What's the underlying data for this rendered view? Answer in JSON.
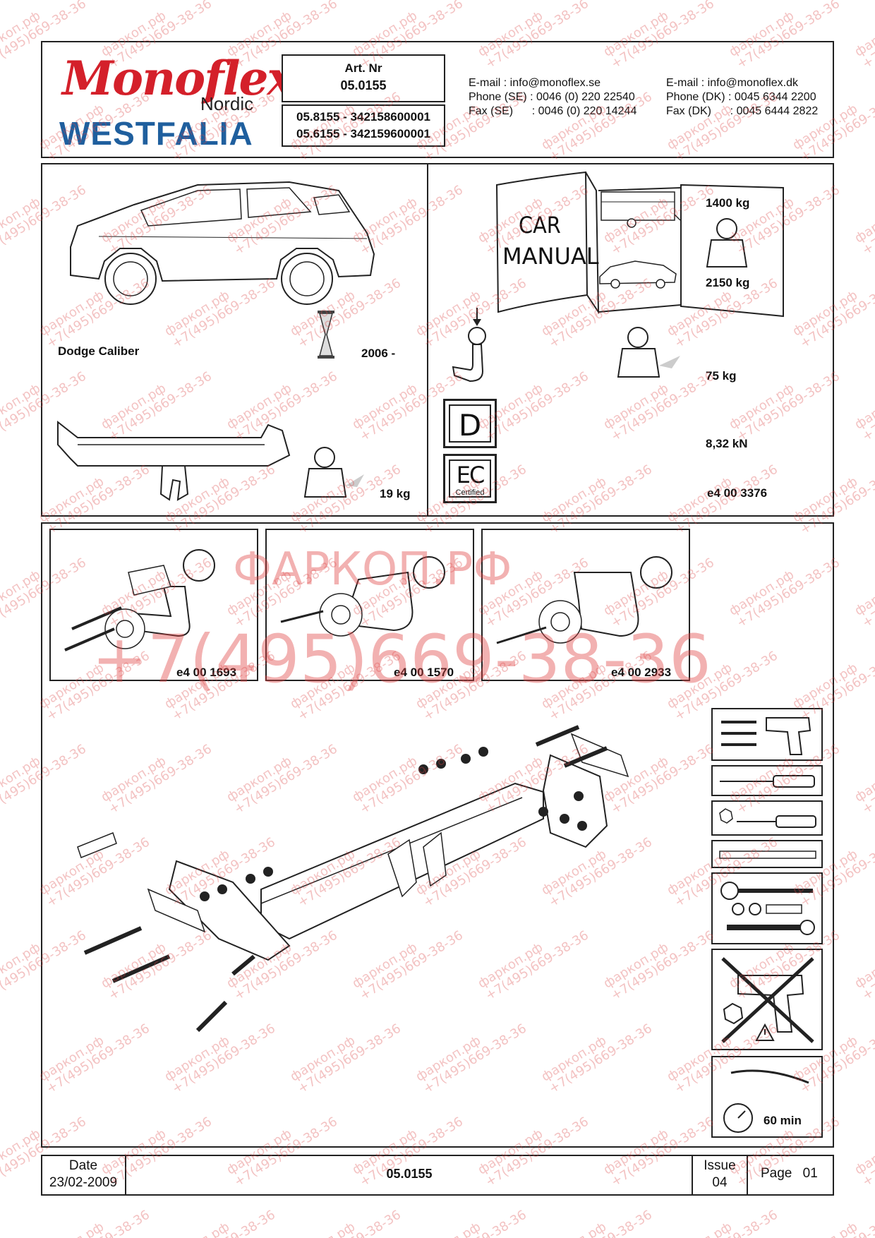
{
  "header": {
    "brand_top": "Monoflex",
    "brand_sub": "Nordic",
    "brand_bottom": "WESTFALIA",
    "art_label": "Art. Nr",
    "art_number": "05.0155",
    "variants": [
      "05.8155 - 342158600001",
      "05.6155 - 342159600001"
    ],
    "contact_se": {
      "email": "E-mail : info@monoflex.se",
      "phone": "Phone (SE) : 0046 (0) 220 22540",
      "fax": "Fax (SE)      : 0046 (0) 220 14244"
    },
    "contact_dk": {
      "email": "E-mail : info@monoflex.dk",
      "phone": "Phone (DK) : 0045 6344 2200",
      "fax": "Fax (DK)      : 0045 6444 2822"
    }
  },
  "vehicle": {
    "model": "Dodge Caliber",
    "year": "2006 -",
    "weight": "19 kg"
  },
  "specs": {
    "manual_line1": "CAR",
    "manual_line2": "MANUAL",
    "trailer_load": "1400 kg",
    "vehicle_load": "2150 kg",
    "vertical_load": "75 kg",
    "d_symbol": "D",
    "d_value": "8,32 kN",
    "ec_symbol": "EC",
    "ec_certified": "Certified",
    "approval": "e4 00 3376"
  },
  "variants_panel": [
    {
      "code": "e4 00 1693"
    },
    {
      "code": "e4 00 1570"
    },
    {
      "code": "e4 00 2933"
    }
  ],
  "tools": {
    "time": "60 min"
  },
  "footer": {
    "date_label": "Date",
    "date": "23/02-2009",
    "doc": "05.0155",
    "issue_label": "Issue",
    "issue": "04",
    "page_label": "Page",
    "page": "01"
  },
  "watermark": {
    "site": "фаркоп.рф",
    "phone": "+7(495)669-38-36",
    "big_site": "ФАРКОП.РФ",
    "big_phone": "+7(495)669-38-36"
  },
  "colors": {
    "brand_red": "#d4202a",
    "brand_blue": "#1f5f9e",
    "watermark": "#e04646"
  }
}
